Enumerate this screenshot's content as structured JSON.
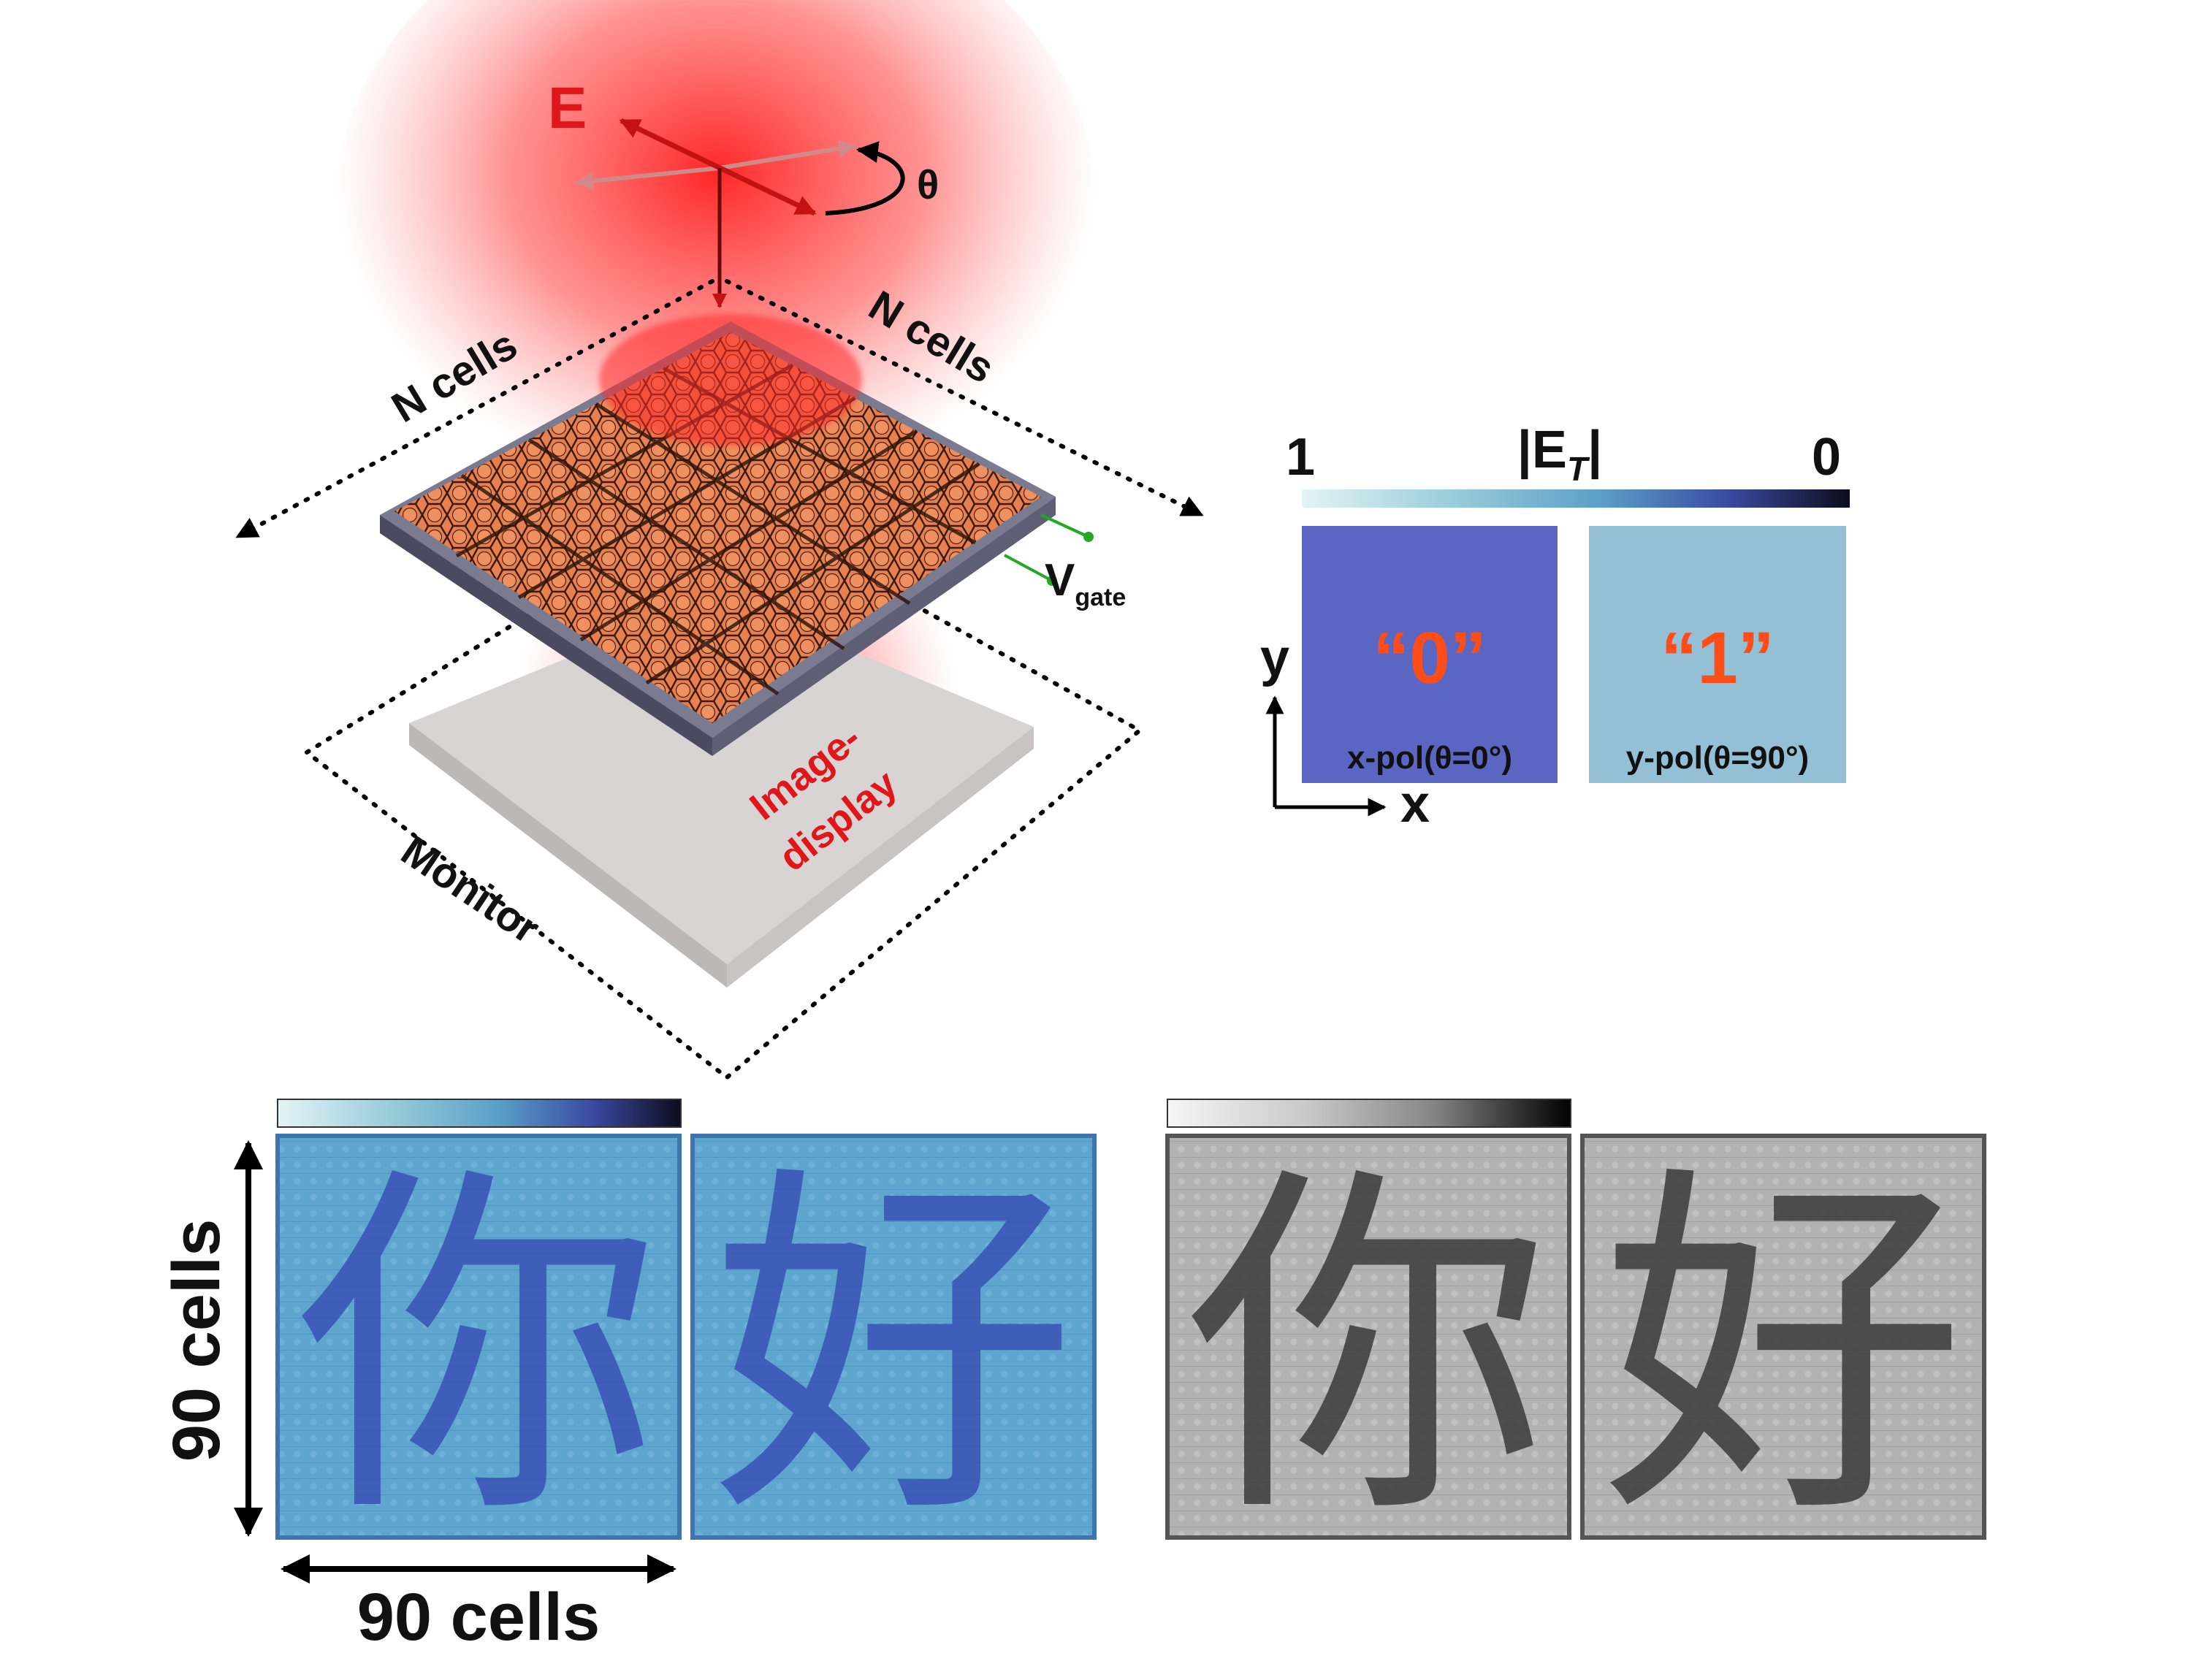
{
  "schematic": {
    "field_label": "E",
    "angle_label": "θ",
    "cells_label_left": "N cells",
    "cells_label_right": "N cells",
    "gate_label_main": "V",
    "gate_label_sub": "gate",
    "display_label_line1": "Image-",
    "display_label_line2": "display",
    "monitor_label": "Monitor",
    "colors": {
      "beam": "#e0161b",
      "patch": "#e6804f",
      "substrate": "#5e5e72",
      "monitor": "#d8d4d4",
      "gate_wire": "#23a823"
    }
  },
  "legend": {
    "colorbar_left": "1",
    "colorbar_title_pre": "|E",
    "colorbar_title_sub": "T",
    "colorbar_title_post": "|",
    "colorbar_right": "0",
    "state0": {
      "symbol": "“0”",
      "caption": "x-pol(θ=0°)",
      "color": "#5a66c1"
    },
    "state1": {
      "symbol": "“1”",
      "caption": "y-pol(θ=90°)",
      "color": "#94c0d6"
    },
    "axis_y": "y",
    "axis_x": "x",
    "symbol_color": "#ff4d1a"
  },
  "results": {
    "vertical_dim": "90 cells",
    "horizontal_dim": "90 cells",
    "char1": "你",
    "char2": "好",
    "colormap_blue": [
      "#e4f4f6",
      "#93c9d8",
      "#5a9ec8",
      "#3a4aa2",
      "#0c0c1c"
    ],
    "colormap_gray": [
      "#f6f6f6",
      "#c8c8c8",
      "#888888",
      "#3a3a3a",
      "#000000"
    ]
  }
}
